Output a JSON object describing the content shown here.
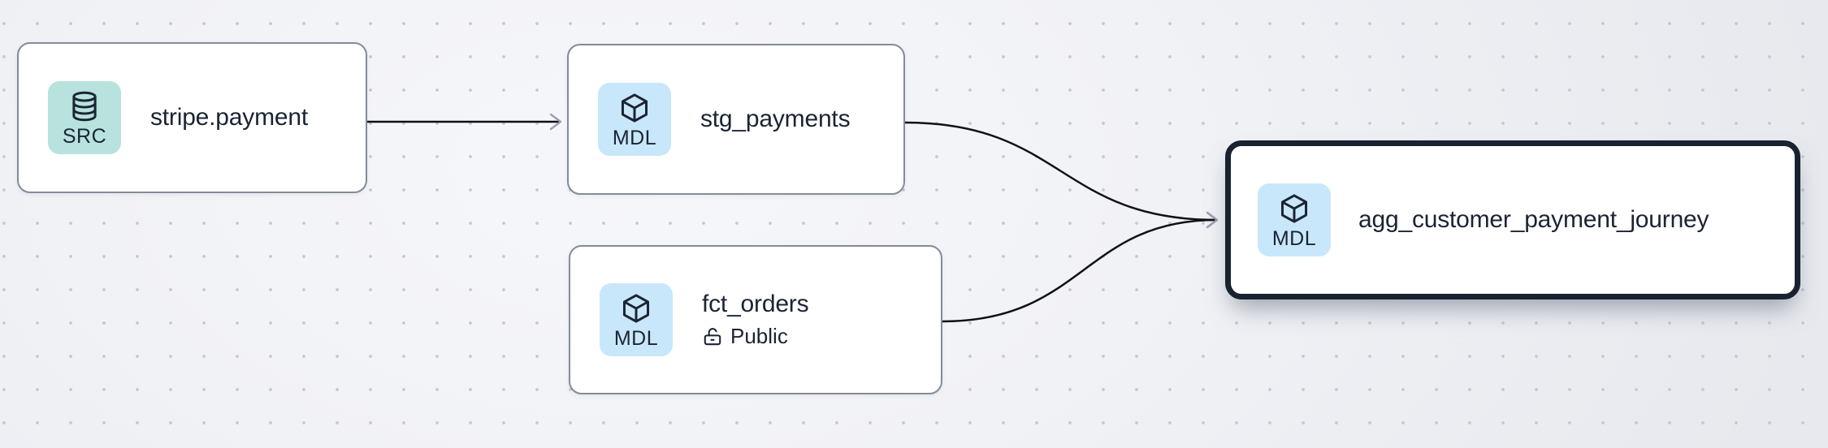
{
  "diagram": {
    "kind": "data-lineage-graph",
    "nodes": [
      {
        "id": "stripe.payment",
        "title": "stripe.payment",
        "badge_label": "SRC",
        "node_type": "source",
        "icon": "database-icon",
        "badge_color": "#b7e2de",
        "selected": false
      },
      {
        "id": "stg_payments",
        "title": "stg_payments",
        "badge_label": "MDL",
        "node_type": "model",
        "icon": "cube-icon",
        "badge_color": "#c9e7fb",
        "selected": false
      },
      {
        "id": "fct_orders",
        "title": "fct_orders",
        "badge_label": "MDL",
        "node_type": "model",
        "icon": "cube-icon",
        "badge_color": "#c9e7fb",
        "access_label": "Public",
        "access_icon": "lock-open-icon",
        "selected": false
      },
      {
        "id": "agg_customer_payment_journey",
        "title": "agg_customer_payment_journey",
        "badge_label": "MDL",
        "node_type": "model",
        "icon": "cube-icon",
        "badge_color": "#c9e7fb",
        "selected": true
      }
    ],
    "edges": [
      {
        "from": "stripe.payment",
        "to": "stg_payments"
      },
      {
        "from": "stg_payments",
        "to": "agg_customer_payment_journey"
      },
      {
        "from": "fct_orders",
        "to": "agg_customer_payment_journey"
      }
    ],
    "colors": {
      "canvas_background": "#f1f2f6",
      "canvas_dot": "#c5c8d0",
      "node_background": "#ffffff",
      "node_border": "#848b99",
      "selected_border": "#192231",
      "text": "#1b2433",
      "badge_source": "#b7e2de",
      "badge_model": "#c9e7fb",
      "edge_stroke": "#0d1117",
      "arrowhead": "#9aa1ad"
    }
  }
}
